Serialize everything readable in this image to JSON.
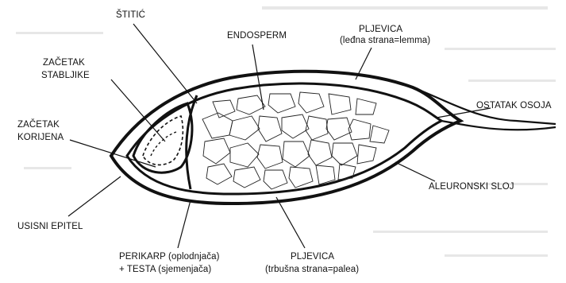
{
  "diagram": {
    "background_color": "#ffffff",
    "ink_color": "#111111",
    "faint_text_color": "#cfcfcf",
    "labels": {
      "stitic": "ŠTITIĆ",
      "endosperm": "ENDOSPERM",
      "pljevica_top_1": "PLJEVICA",
      "pljevica_top_2": "(leđna strana=lemma)",
      "zacetak_stabljike_1": "ZAČETAK",
      "zacetak_stabljike_2": "STABLJIKE",
      "zacetak_korijena_1": "ZAČETAK",
      "zacetak_korijena_2": "KORIJENA",
      "ostatak_osoja": "OSTATAK OSOJA",
      "aleuronski_sloj": "ALEURONSKI SLOJ",
      "usisni_epitel": "USISNI EPITEL",
      "perikarp_1": "PERIKARP (oplodnjača)",
      "perikarp_2": "+ TESTA (sjemenjača)",
      "pljevica_bottom_1": "PLJEVICA",
      "pljevica_bottom_2": "(trbušna strana=palea)"
    }
  }
}
